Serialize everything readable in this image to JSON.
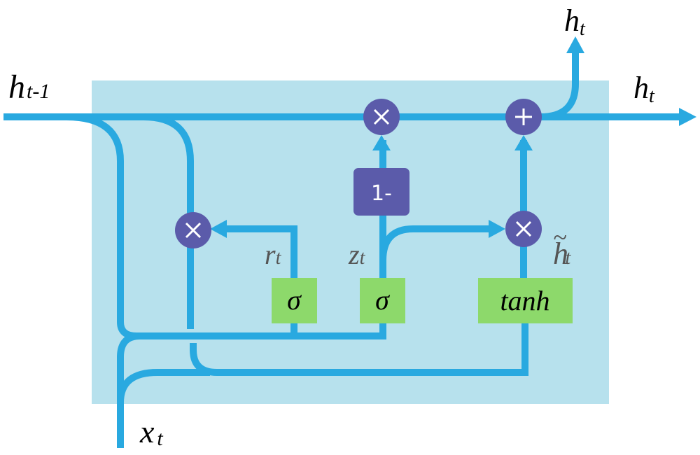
{
  "labels": {
    "h_prev": {
      "base": "h",
      "sub": "t-1"
    },
    "h_out_top": {
      "base": "h",
      "sub": "t"
    },
    "h_out_right": {
      "base": "h",
      "sub": "t"
    },
    "x_in": {
      "base": "x",
      "sub": "t"
    },
    "r_gate": {
      "base": "r",
      "sub": "t"
    },
    "z_gate": {
      "base": "z",
      "sub": "t"
    },
    "h_candidate": {
      "base": "h",
      "tilde": "~",
      "sub": "t"
    }
  },
  "gates": {
    "reset_sigma": "σ",
    "update_sigma": "σ",
    "candidate_tanh": "tanh",
    "one_minus": "1-"
  },
  "operators": {
    "multiply": "×",
    "add": "+"
  },
  "colors": {
    "cell_background": "#b7e1ed",
    "line": "#29a9e0",
    "operator": "#5b5baa",
    "gate": "#8dd96b"
  }
}
